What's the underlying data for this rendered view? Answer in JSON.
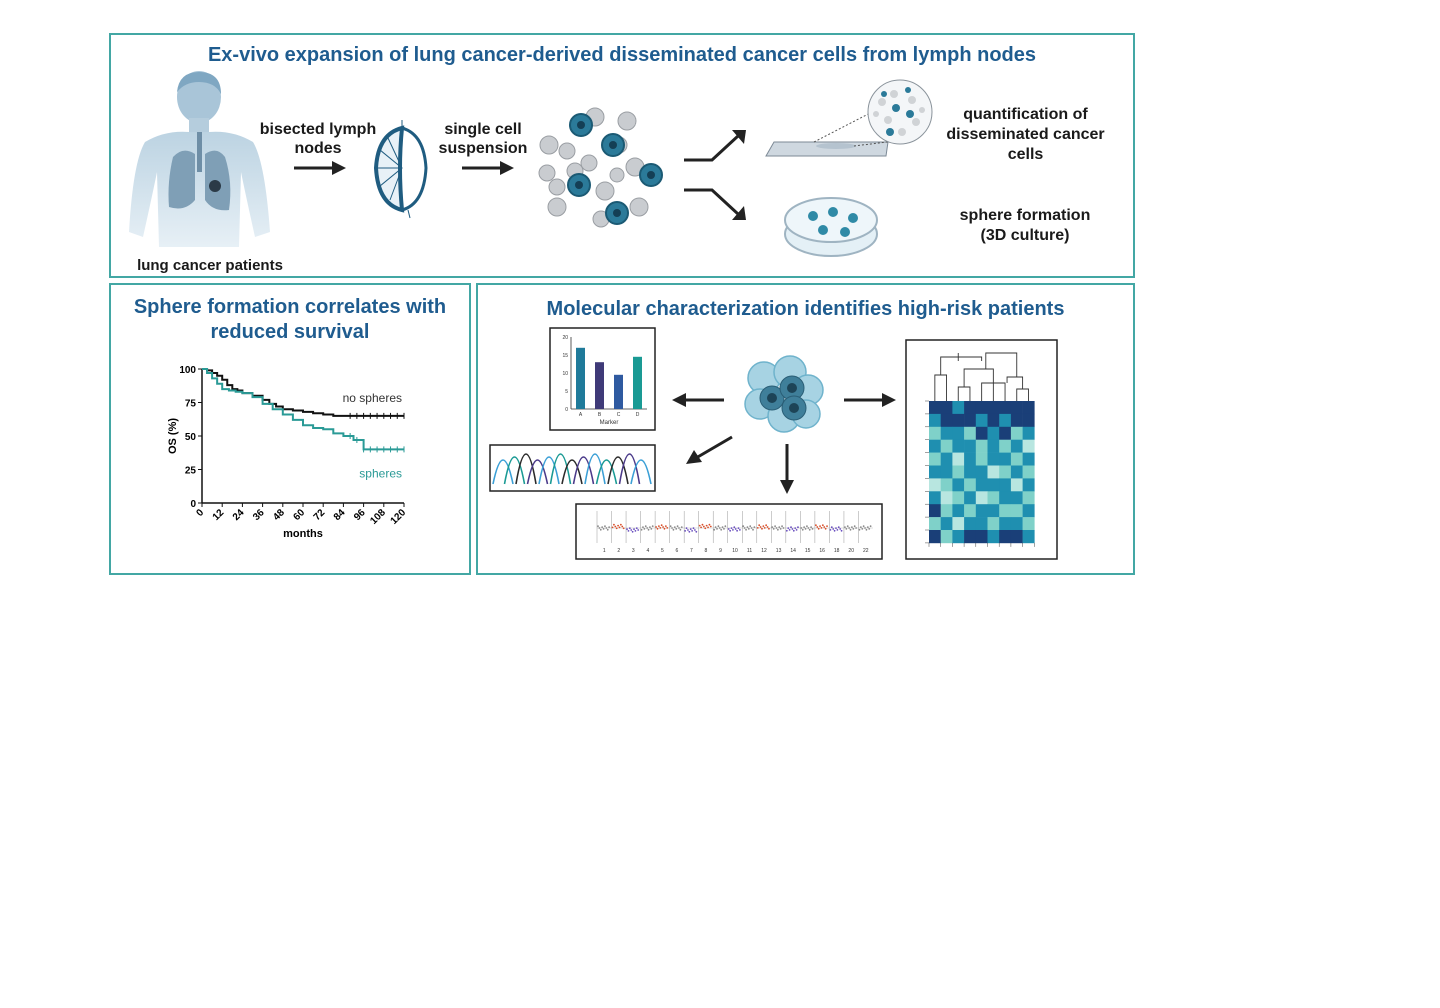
{
  "top": {
    "title": "Ex-vivo expansion of lung cancer-derived disseminated cancer cells from lymph nodes",
    "patients_label": "lung cancer patients",
    "lymph_label": "bisected lymph nodes",
    "suspension_label": "single cell suspension",
    "quant_label": "quantification of disseminated cancer cells",
    "sphere_label": "sphere formation (3D culture)"
  },
  "km": {
    "title": "Sphere formation correlates with reduced survival",
    "chart_data": {
      "type": "line",
      "xlabel": "months",
      "ylabel": "OS (%)",
      "xlim": [
        0,
        120
      ],
      "ylim": [
        0,
        100
      ],
      "x_ticks": [
        "0",
        "12",
        "24",
        "36",
        "48",
        "60",
        "72",
        "84",
        "96",
        "108",
        "120"
      ],
      "y_ticks": [
        "0",
        "25",
        "50",
        "75",
        "100"
      ],
      "series": [
        {
          "name": "no spheres",
          "color": "#111111",
          "points": [
            [
              0,
              100
            ],
            [
              3,
              99
            ],
            [
              6,
              97
            ],
            [
              9,
              95
            ],
            [
              12,
              92
            ],
            [
              15,
              88
            ],
            [
              18,
              85
            ],
            [
              21,
              84
            ],
            [
              24,
              82
            ],
            [
              30,
              80
            ],
            [
              36,
              77
            ],
            [
              40,
              74
            ],
            [
              44,
              72
            ],
            [
              48,
              70
            ],
            [
              54,
              69
            ],
            [
              60,
              68
            ],
            [
              66,
              67
            ],
            [
              72,
              66
            ],
            [
              78,
              65
            ],
            [
              84,
              65
            ],
            [
              96,
              65
            ],
            [
              108,
              65
            ],
            [
              120,
              65
            ]
          ]
        },
        {
          "name": "spheres",
          "color": "#2a9a96",
          "points": [
            [
              0,
              100
            ],
            [
              3,
              97
            ],
            [
              6,
              93
            ],
            [
              9,
              89
            ],
            [
              12,
              85
            ],
            [
              16,
              84
            ],
            [
              20,
              83
            ],
            [
              24,
              82
            ],
            [
              30,
              79
            ],
            [
              36,
              74
            ],
            [
              42,
              70
            ],
            [
              48,
              66
            ],
            [
              54,
              62
            ],
            [
              60,
              58
            ],
            [
              66,
              56
            ],
            [
              72,
              55
            ],
            [
              78,
              52
            ],
            [
              84,
              50
            ],
            [
              90,
              47
            ],
            [
              96,
              40
            ],
            [
              108,
              40
            ],
            [
              120,
              40
            ]
          ]
        }
      ]
    }
  },
  "mol": {
    "title": "Molecular characterization identifies high-risk patients",
    "bar_chart": {
      "type": "bar",
      "categories": [
        "A",
        "B",
        "C",
        "D"
      ],
      "values": [
        17,
        13,
        9.5,
        14.5
      ],
      "colors": [
        "#1f7a9a",
        "#3f3a78",
        "#2f5aa0",
        "#1a9a94"
      ],
      "xlabel": "Marker",
      "y_ticks": [
        "0",
        "5",
        "10",
        "15",
        "20"
      ],
      "ylim": [
        0,
        20
      ]
    },
    "seq_colors": [
      "#3a9fd6",
      "#1a9a94",
      "#2b2b2b",
      "#4b3a8a"
    ],
    "cnv": {
      "chromosomes": [
        "1",
        "2",
        "3",
        "4",
        "5",
        "6",
        "7",
        "8",
        "9",
        "10",
        "11",
        "12",
        "13",
        "14",
        "15",
        "16",
        "18",
        "20",
        "22"
      ]
    },
    "heatmap_colors": [
      "#1a3f78",
      "#1f8fb0",
      "#7fd1c9",
      "#b8e6e0"
    ],
    "heatmap": [
      [
        0,
        0,
        1,
        0,
        0,
        0,
        0,
        0,
        0
      ],
      [
        1,
        0,
        0,
        0,
        1,
        0,
        1,
        0,
        0
      ],
      [
        2,
        1,
        1,
        2,
        0,
        1,
        0,
        2,
        1
      ],
      [
        1,
        2,
        1,
        1,
        2,
        1,
        2,
        1,
        3
      ],
      [
        2,
        1,
        3,
        1,
        2,
        1,
        1,
        2,
        1
      ],
      [
        1,
        1,
        2,
        1,
        1,
        3,
        2,
        1,
        2
      ],
      [
        3,
        2,
        1,
        2,
        1,
        1,
        1,
        3,
        1
      ],
      [
        1,
        3,
        2,
        1,
        3,
        2,
        1,
        1,
        2
      ],
      [
        0,
        2,
        1,
        2,
        1,
        1,
        2,
        2,
        1
      ],
      [
        2,
        1,
        3,
        1,
        1,
        2,
        1,
        1,
        2
      ],
      [
        0,
        2,
        1,
        0,
        0,
        1,
        0,
        0,
        1
      ]
    ]
  }
}
